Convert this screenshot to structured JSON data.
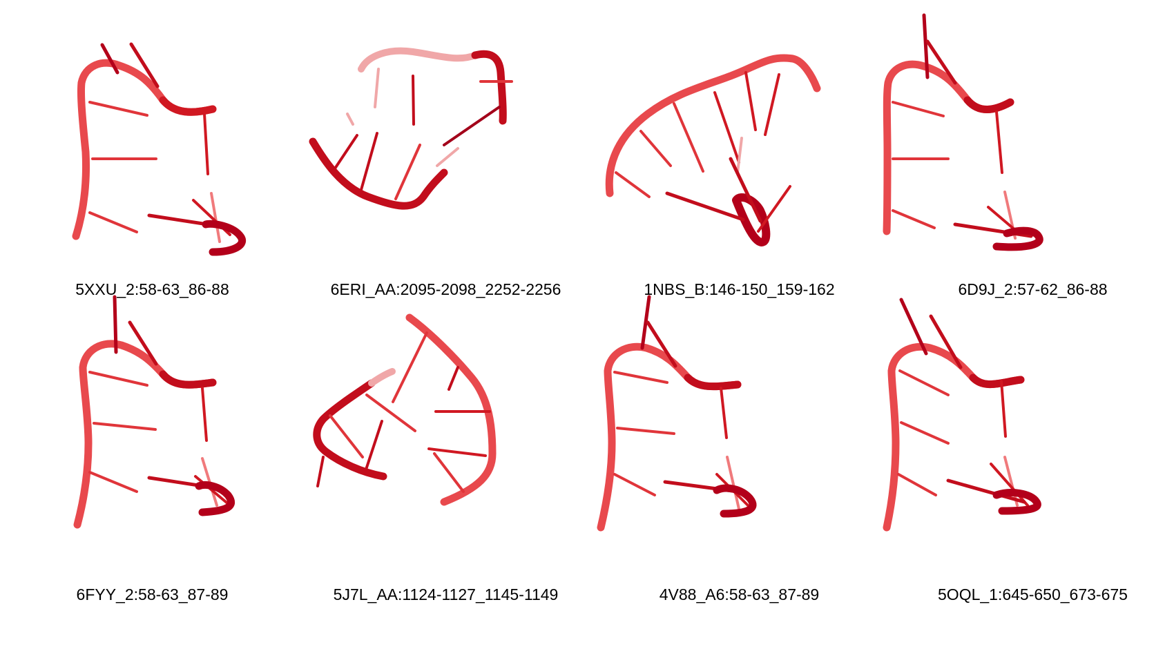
{
  "figure": {
    "panels": [
      {
        "label": "5XXU_2:58-63_86-88",
        "shape": "hairpin-a"
      },
      {
        "label": "6ERI_AA:2095-2098_2252-2256",
        "shape": "arch"
      },
      {
        "label": "1NBS_B:146-150_159-162",
        "shape": "arc"
      },
      {
        "label": "6D9J_2:57-62_86-88",
        "shape": "hairpin-a"
      },
      {
        "label": "6FYY_2:58-63_87-89",
        "shape": "hairpin-a"
      },
      {
        "label": "5J7L_AA:1124-1127_1145-1149",
        "shape": "loop"
      },
      {
        "label": "4V88_A6:58-63_87-89",
        "shape": "hairpin-a"
      },
      {
        "label": "5OQL_1:645-650_673-675",
        "shape": "hairpin-a"
      }
    ],
    "colors": {
      "backbone": "#e8393c",
      "backbone_dark": "#b3001a",
      "base": "#e0262b",
      "background": "#ffffff"
    }
  }
}
